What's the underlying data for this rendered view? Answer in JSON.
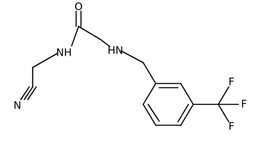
{
  "molecule": {
    "atoms": {
      "oxygen": "O",
      "amide_nitrogen": "NH",
      "amine_nitrogen": "HN",
      "nitrile_nitrogen": "N",
      "fluorine_top": "F",
      "fluorine_right": "F",
      "fluorine_bottom": "F"
    }
  }
}
